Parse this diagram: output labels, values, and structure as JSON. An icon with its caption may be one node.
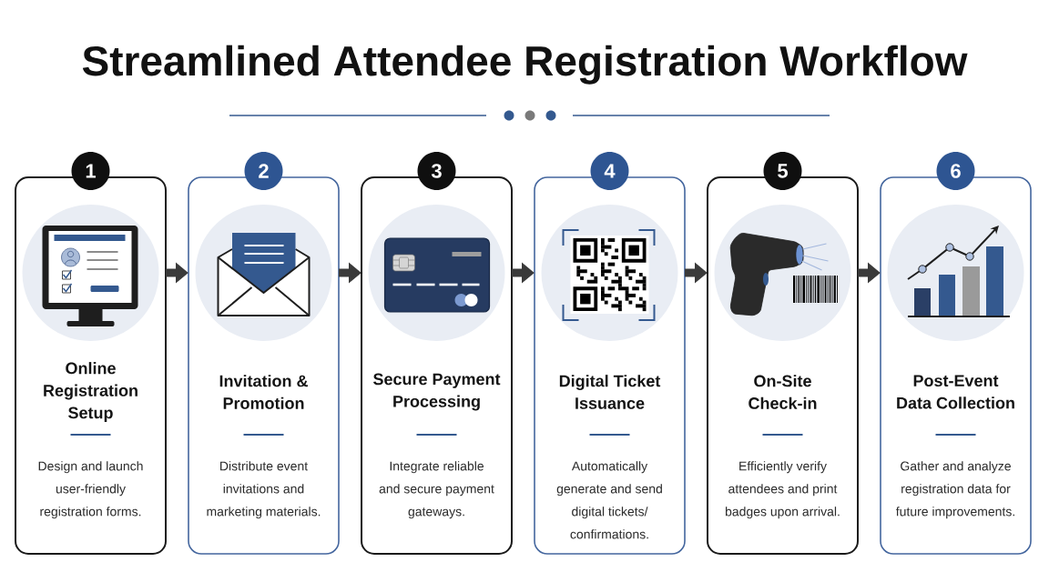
{
  "diagram": {
    "title": "Streamlined Attendee Registration Workflow",
    "nodes": [
      {
        "text": [
          "1"
        ]
      },
      {
        "text": [
          "Online Registration Setup",
          "Design and launch user-friendly registration forms."
        ]
      },
      {
        "text": [
          "2"
        ]
      },
      {
        "text": [
          "Invitation & Promotion",
          "Distribute event invitations and marketing materials."
        ]
      },
      {
        "text": [
          "3"
        ]
      },
      {
        "text": [
          "Secure Payment Processing",
          "Integrate reliable and secure payment gateways."
        ]
      },
      {
        "text": [
          "4"
        ]
      },
      {
        "text": [
          "Digital Ticket Issuance",
          "Automatically generate and send digital tickets/ confirmations."
        ]
      },
      {
        "text": [
          "5"
        ]
      },
      {
        "text": [
          "On-Site Check-in",
          "Efficiently verify attendees and print badges upon arrival."
        ]
      },
      {
        "text": [
          "6"
        ]
      },
      {
        "text": [
          "Post-Event Data Collection",
          "Gather and analyze registration data for future improvements."
        ]
      }
    ],
    "edges": [
      {
        "from": 1,
        "to": 3,
        "arrow": "to"
      },
      {
        "from": 3,
        "to": 5,
        "arrow": "to"
      },
      {
        "from": 5,
        "to": 7,
        "arrow": "to"
      },
      {
        "from": 7,
        "to": 9,
        "arrow": "to"
      },
      {
        "from": 9,
        "to": 11,
        "arrow": "to"
      }
    ]
  }
}
